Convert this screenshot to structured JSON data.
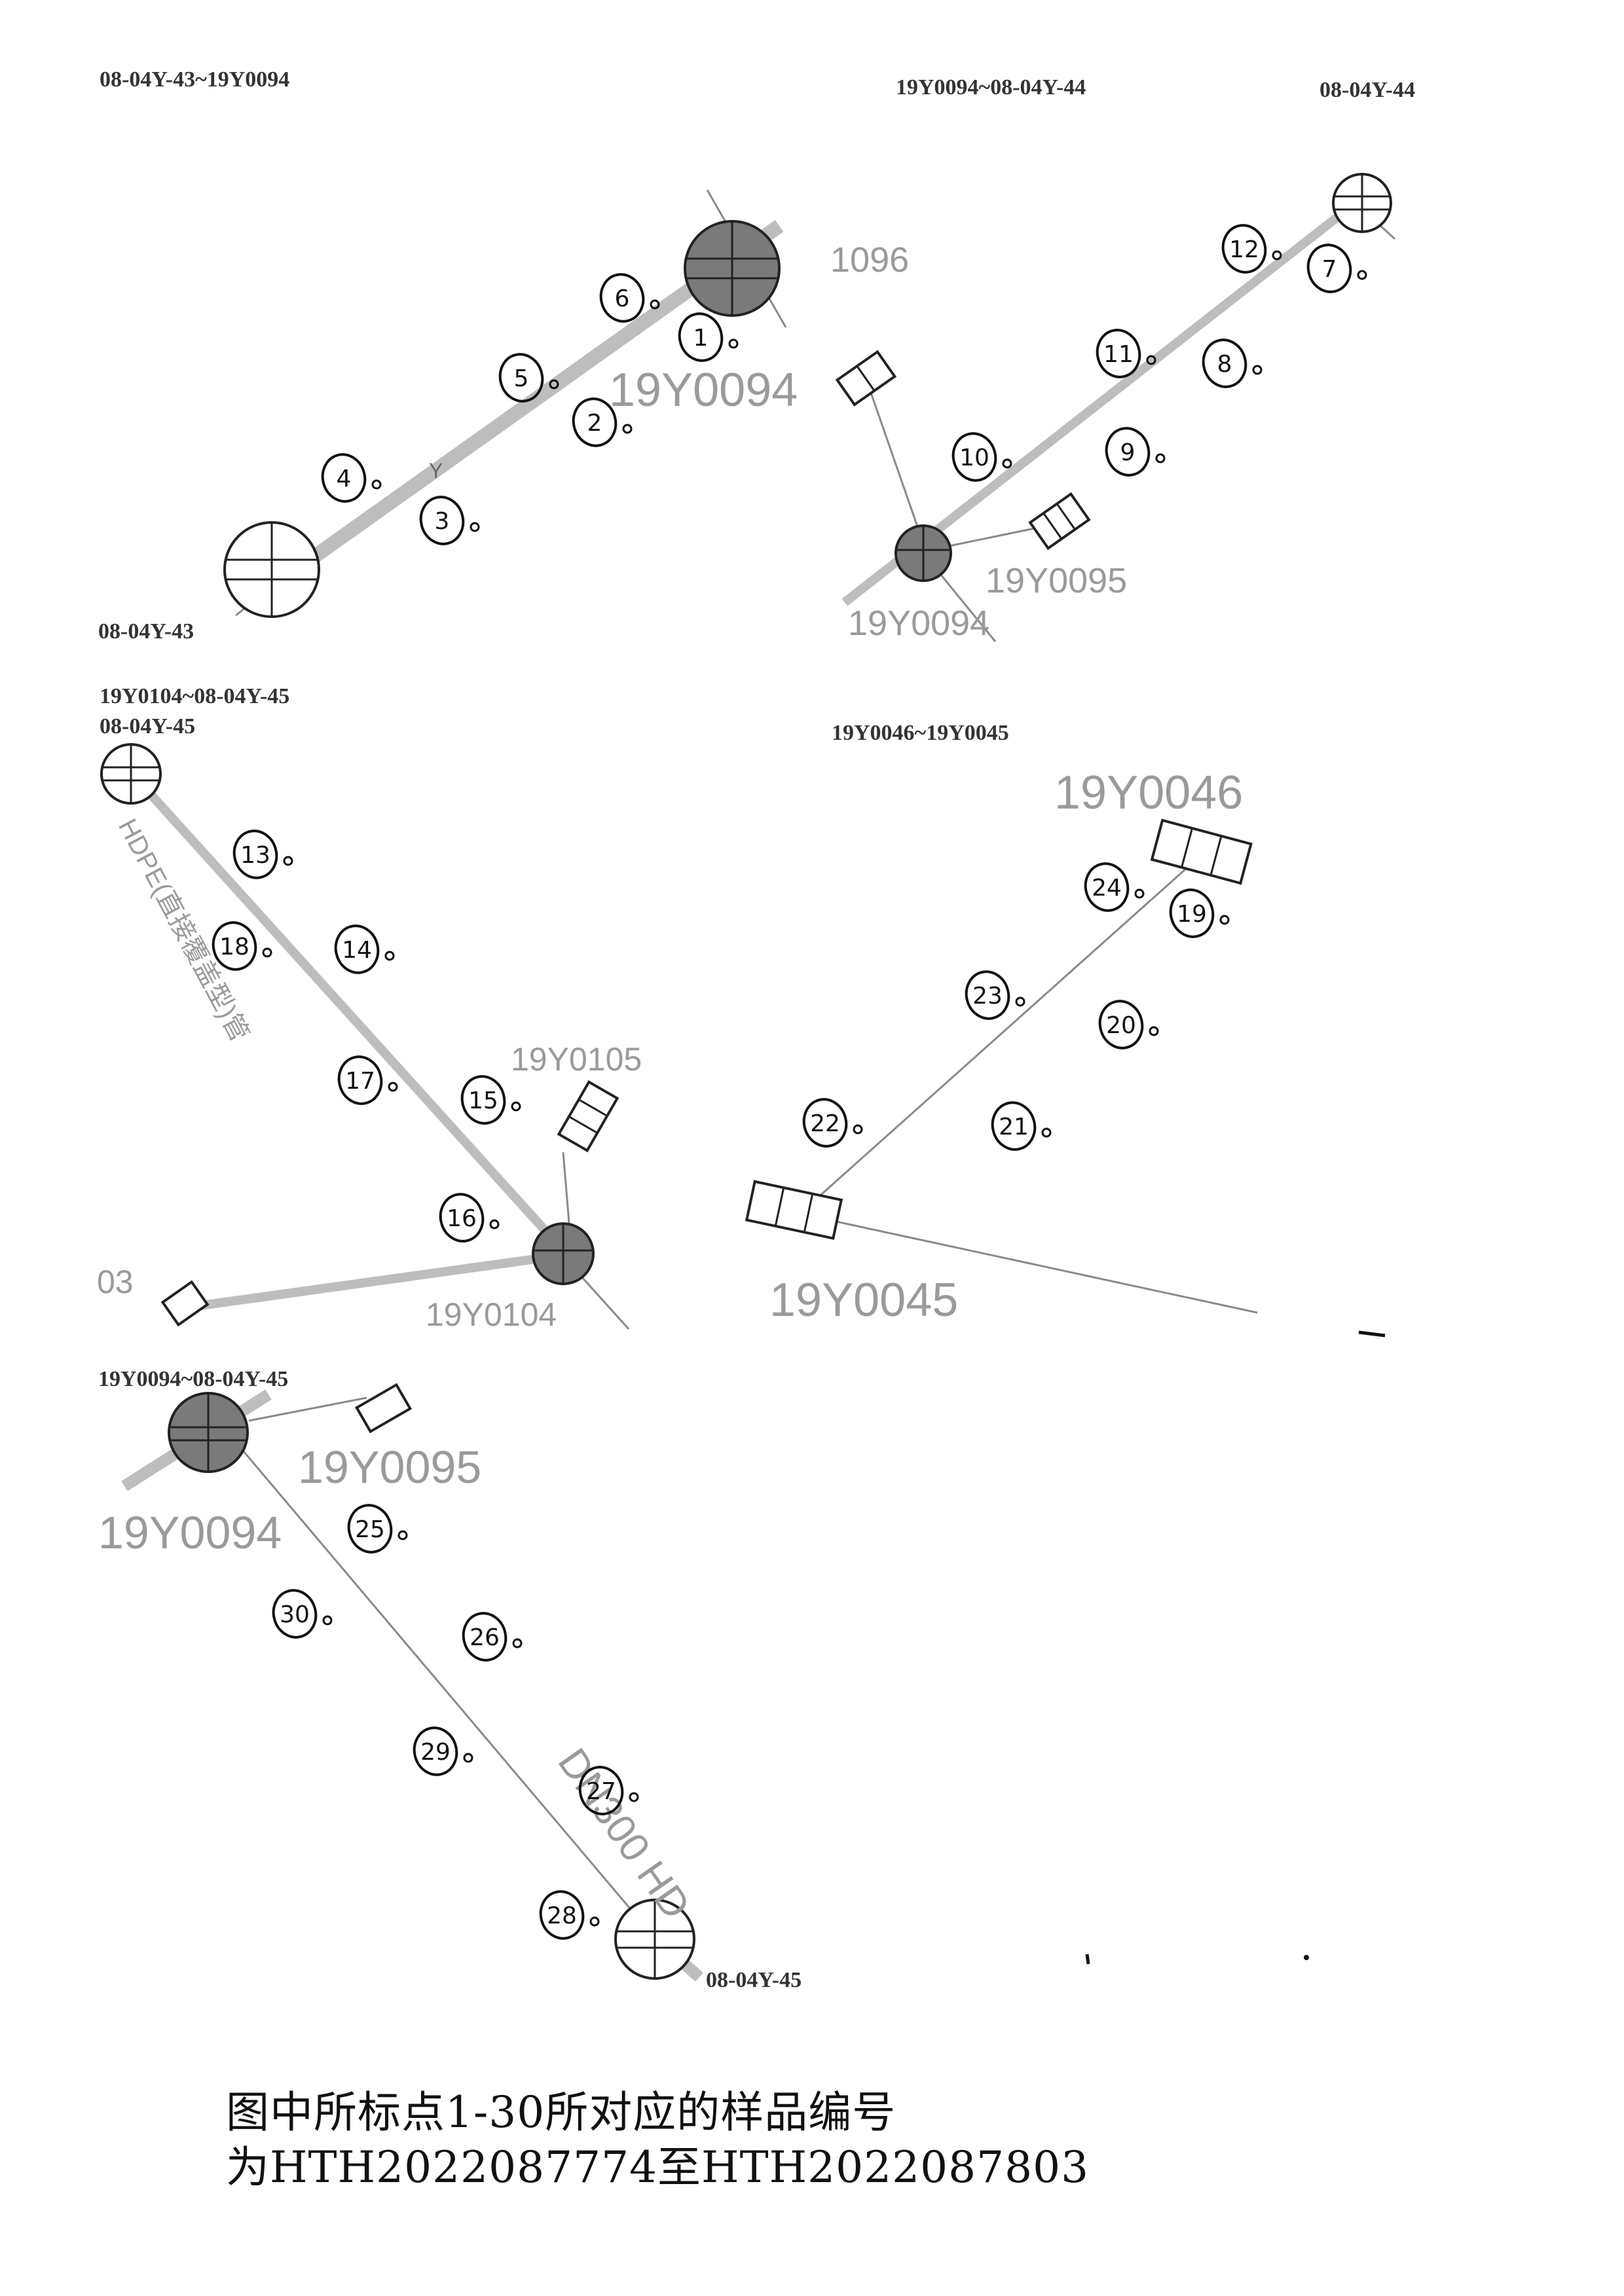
{
  "sections": [
    {
      "title": "08-04Y-43~19Y0094"
    },
    {
      "title": "19Y0094~08-04Y-44"
    },
    {
      "title": "19Y0104~08-04Y-45"
    },
    {
      "title": "19Y0046~19Y0045"
    },
    {
      "title": "19Y0094~08-04Y-45"
    }
  ],
  "node_labels": {
    "n_0843_a": "08-04Y-43",
    "n_0844": "08-04Y-44",
    "n_0845_a": "08-04Y-45",
    "n_0845_b": "08-04Y-45",
    "n_1096": "1096",
    "n_0094_a": "19Y0094",
    "n_0094_b": "19Y0094",
    "n_0094_c": "19Y0094",
    "n_0095_a": "19Y0095",
    "n_0095_b": "19Y0095",
    "n_0105": "19Y0105",
    "n_0104": "19Y0104",
    "n_03": "03",
    "n_0046": "19Y0046",
    "n_0045": "19Y0045",
    "pipe_a": "DN300 HD",
    "pipe_b": "HDPE(直接覆盖型)管"
  },
  "pipe_mark": "Y",
  "sample_points": [
    "1",
    "2",
    "3",
    "4",
    "5",
    "6",
    "7",
    "8",
    "9",
    "10",
    "11",
    "12",
    "13",
    "14",
    "15",
    "16",
    "17",
    "18",
    "19",
    "20",
    "21",
    "22",
    "23",
    "24",
    "25",
    "26",
    "27",
    "28",
    "29",
    "30"
  ],
  "caption": {
    "line1": "图中所标点1-30所对应的样品编号",
    "line2": "为HTH2022087774至HTH2022087803"
  },
  "colors": {
    "pipe_thick": "#bdbdbd",
    "pipe_thin": "#8a8a8a",
    "manhole_dark": "#7a7a7a",
    "ink": "#111111",
    "node_text": "#9a9a9a"
  }
}
